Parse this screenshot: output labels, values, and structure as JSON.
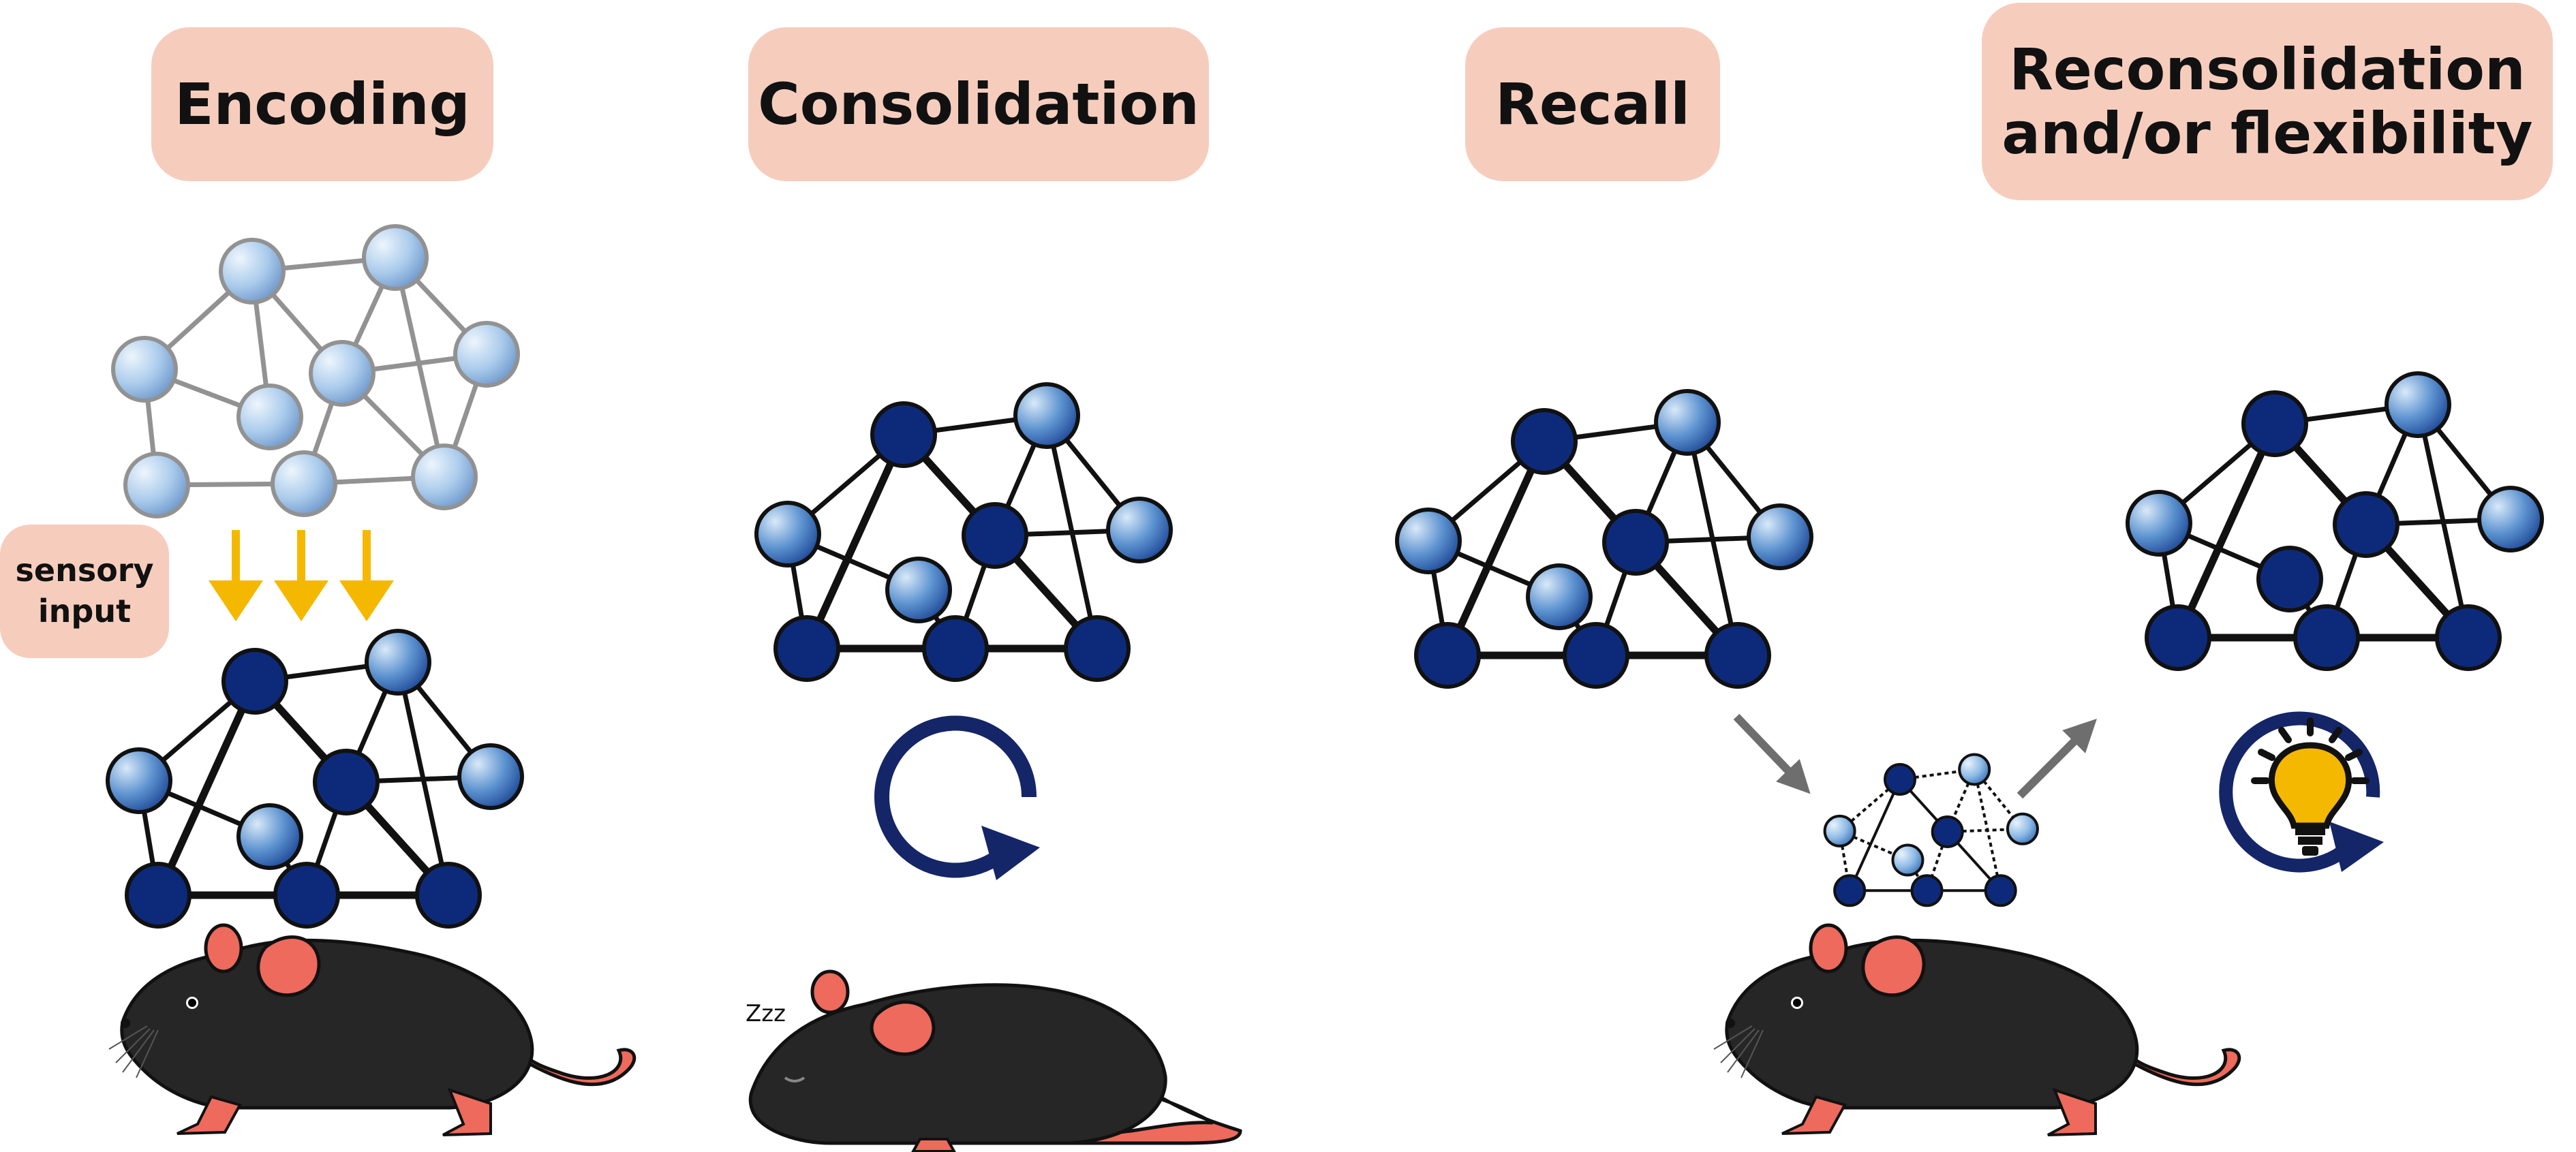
{
  "stages": {
    "encoding": "Encoding",
    "consolidation": "Consolidation",
    "recall": "Recall",
    "reconsolidation_line1": "Reconsolidation",
    "reconsolidation_line2": "and/or flexibility"
  },
  "sensory_input": {
    "line1": "sensory",
    "line2": "input"
  },
  "sleep_text": "Zzz",
  "colors": {
    "pill": "#f6cdbd",
    "node_dark": "#0d2a7a",
    "node_light": "#8ab8e6",
    "arrow_yellow": "#f5b800",
    "arrow_gray": "#6e6e6e",
    "cycle_arrow": "#142568",
    "mouse_body": "#262626",
    "mouse_pink": "#ee6a5c",
    "bulb": "#f5b800"
  },
  "icons": {
    "encoding_arrows": "down-arrow-icon",
    "consolidation_cycle": "circular-arrow-icon",
    "flexibility_cycle": "lightbulb-cycle-icon"
  }
}
